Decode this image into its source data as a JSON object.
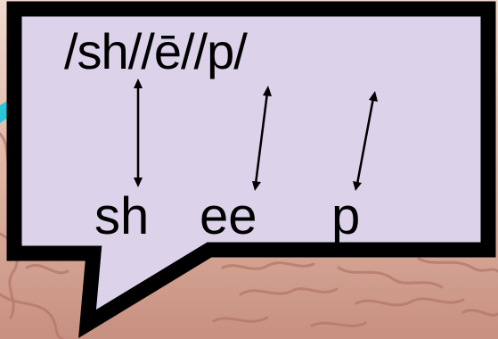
{
  "speech_bubble": {
    "phonemes": "/sh//ē//p/",
    "graphemes": [
      "sh",
      "ee",
      "p"
    ],
    "fill_color": "#dcd3ea",
    "outline_color": "#000000"
  },
  "background": {
    "subject": "brain",
    "accent_color": "#29c6d6"
  }
}
